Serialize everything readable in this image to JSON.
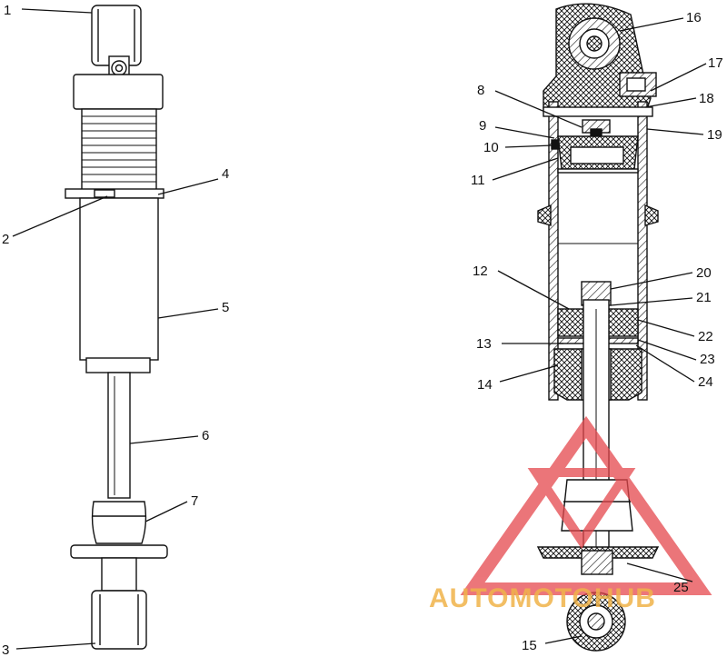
{
  "diagram": {
    "labels": {
      "l1": "1",
      "l2": "2",
      "l3": "3",
      "l4": "4",
      "l5": "5",
      "l6": "6",
      "l7": "7",
      "l8": "8",
      "l9": "9",
      "l10": "10",
      "l11": "11",
      "l12": "12",
      "l13": "13",
      "l14": "14",
      "l15": "15",
      "l16": "16",
      "l17": "17",
      "l18": "18",
      "l19": "19",
      "l20": "20",
      "l21": "21",
      "l22": "22",
      "l23": "23",
      "l24": "24",
      "l25": "25"
    }
  },
  "watermark": {
    "text": "AUTOMOTOHUB",
    "colors": {
      "triangle": "#e5484d",
      "text": "#f0b34a",
      "text_dark": "#7a7a7a"
    }
  },
  "colors": {
    "line": "#111111",
    "background": "#ffffff",
    "hatch": "#111111"
  }
}
